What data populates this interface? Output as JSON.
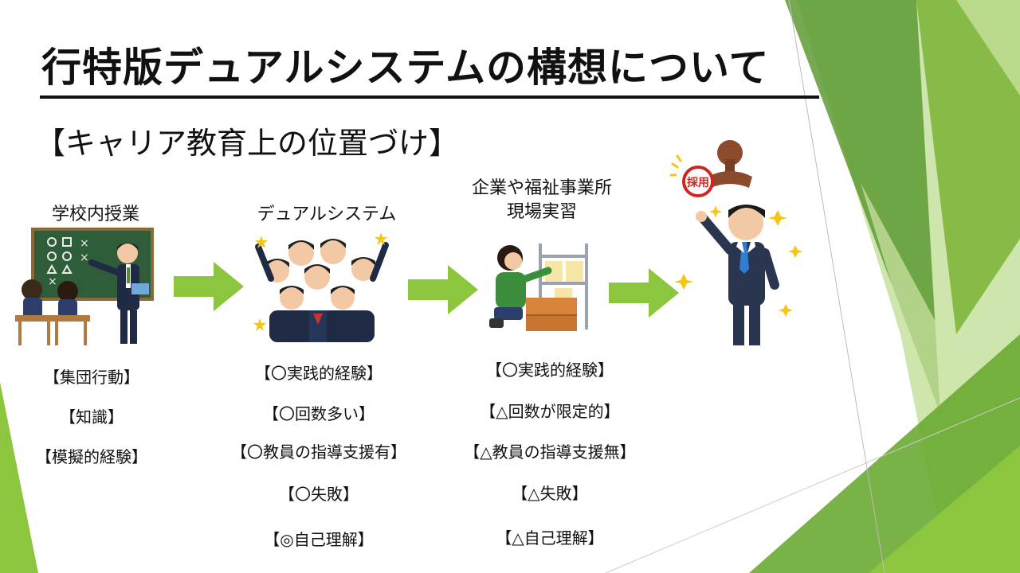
{
  "slide": {
    "title": "行特版デュアルシステムの構想について",
    "subtitle": "【キャリア教育上の位置づけ】",
    "columns": [
      {
        "heading": "学校内授業",
        "items": [
          "【集団行動】",
          "【知識】",
          "【模擬的経験】"
        ]
      },
      {
        "heading": "デュアルシステム",
        "items": [
          "【〇実践的経験】",
          "【〇回数多い】",
          "【〇教員の指導支援有】",
          "【〇失敗】",
          "【◎自己理解】"
        ]
      },
      {
        "heading_line1": "企業や福祉事業所",
        "heading_line2": "現場実習",
        "items": [
          "【〇実践的経験】",
          "【△回数が限定的】",
          "【△教員の指導支援無】",
          "【△失敗】",
          "【△自己理解】"
        ]
      }
    ],
    "stamp_text": "採用"
  },
  "colors": {
    "arrow_green": "#8cc63f",
    "deco_green_dark": "#5e9a32",
    "deco_green_light": "#a6d16a",
    "title_text": "#111111"
  },
  "icons": [
    "classroom-illustration",
    "students-cheering-illustration",
    "worker-shelf-illustration",
    "hired-businessman-illustration",
    "right-arrow-icon"
  ]
}
